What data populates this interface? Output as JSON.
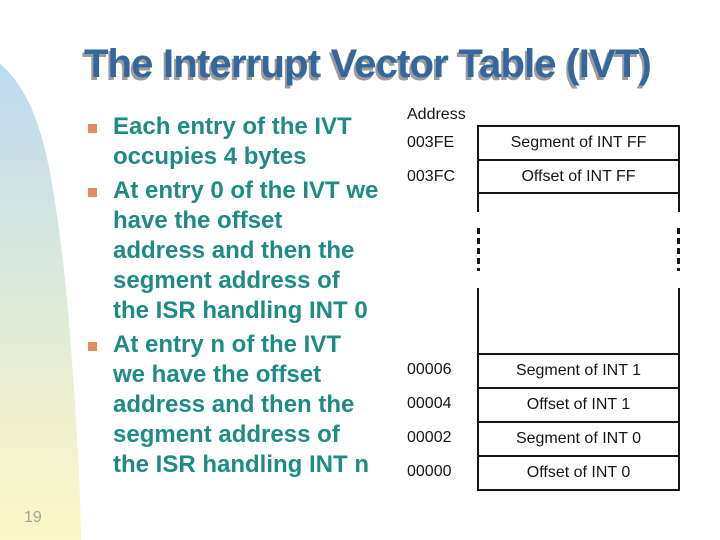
{
  "slide": {
    "title": "The Interrupt Vector Table (IVT)",
    "page_number": "19",
    "colors": {
      "title_text": "#34679d",
      "title_shadow": "#9c9c9c",
      "bullet_text": "#1e8b85",
      "bullet_marker": "#e5895f",
      "diagram_ink": "#161616",
      "band_gradient_top": "#bddaef",
      "band_gradient_middle": "#dfebd8",
      "band_gradient_bottom": "#fbf7c7",
      "page_number_text": "#a5a593"
    }
  },
  "bullets": [
    {
      "lines": [
        "Each entry of the IVT",
        "occupies 4 bytes"
      ]
    },
    {
      "lines": [
        "At entry 0 of the IVT we",
        "have the offset",
        "address and then the",
        "segment address of",
        "the ISR handling INT 0"
      ]
    },
    {
      "lines": [
        "At entry n of the IVT",
        "we have the offset",
        "address and then the",
        "segment address of",
        "the ISR handling INT n"
      ]
    }
  ],
  "diagram": {
    "column_header": "Address",
    "top_rows": [
      {
        "address": "003FE",
        "label": "Segment of INT FF"
      },
      {
        "address": "003FC",
        "label": "Offset of INT FF"
      }
    ],
    "bottom_rows": [
      {
        "address": "00006",
        "label": "Segment of INT 1"
      },
      {
        "address": "00004",
        "label": "Offset of INT 1"
      },
      {
        "address": "00002",
        "label": "Segment of INT 0"
      },
      {
        "address": "00000",
        "label": "Offset of INT 0"
      }
    ]
  }
}
